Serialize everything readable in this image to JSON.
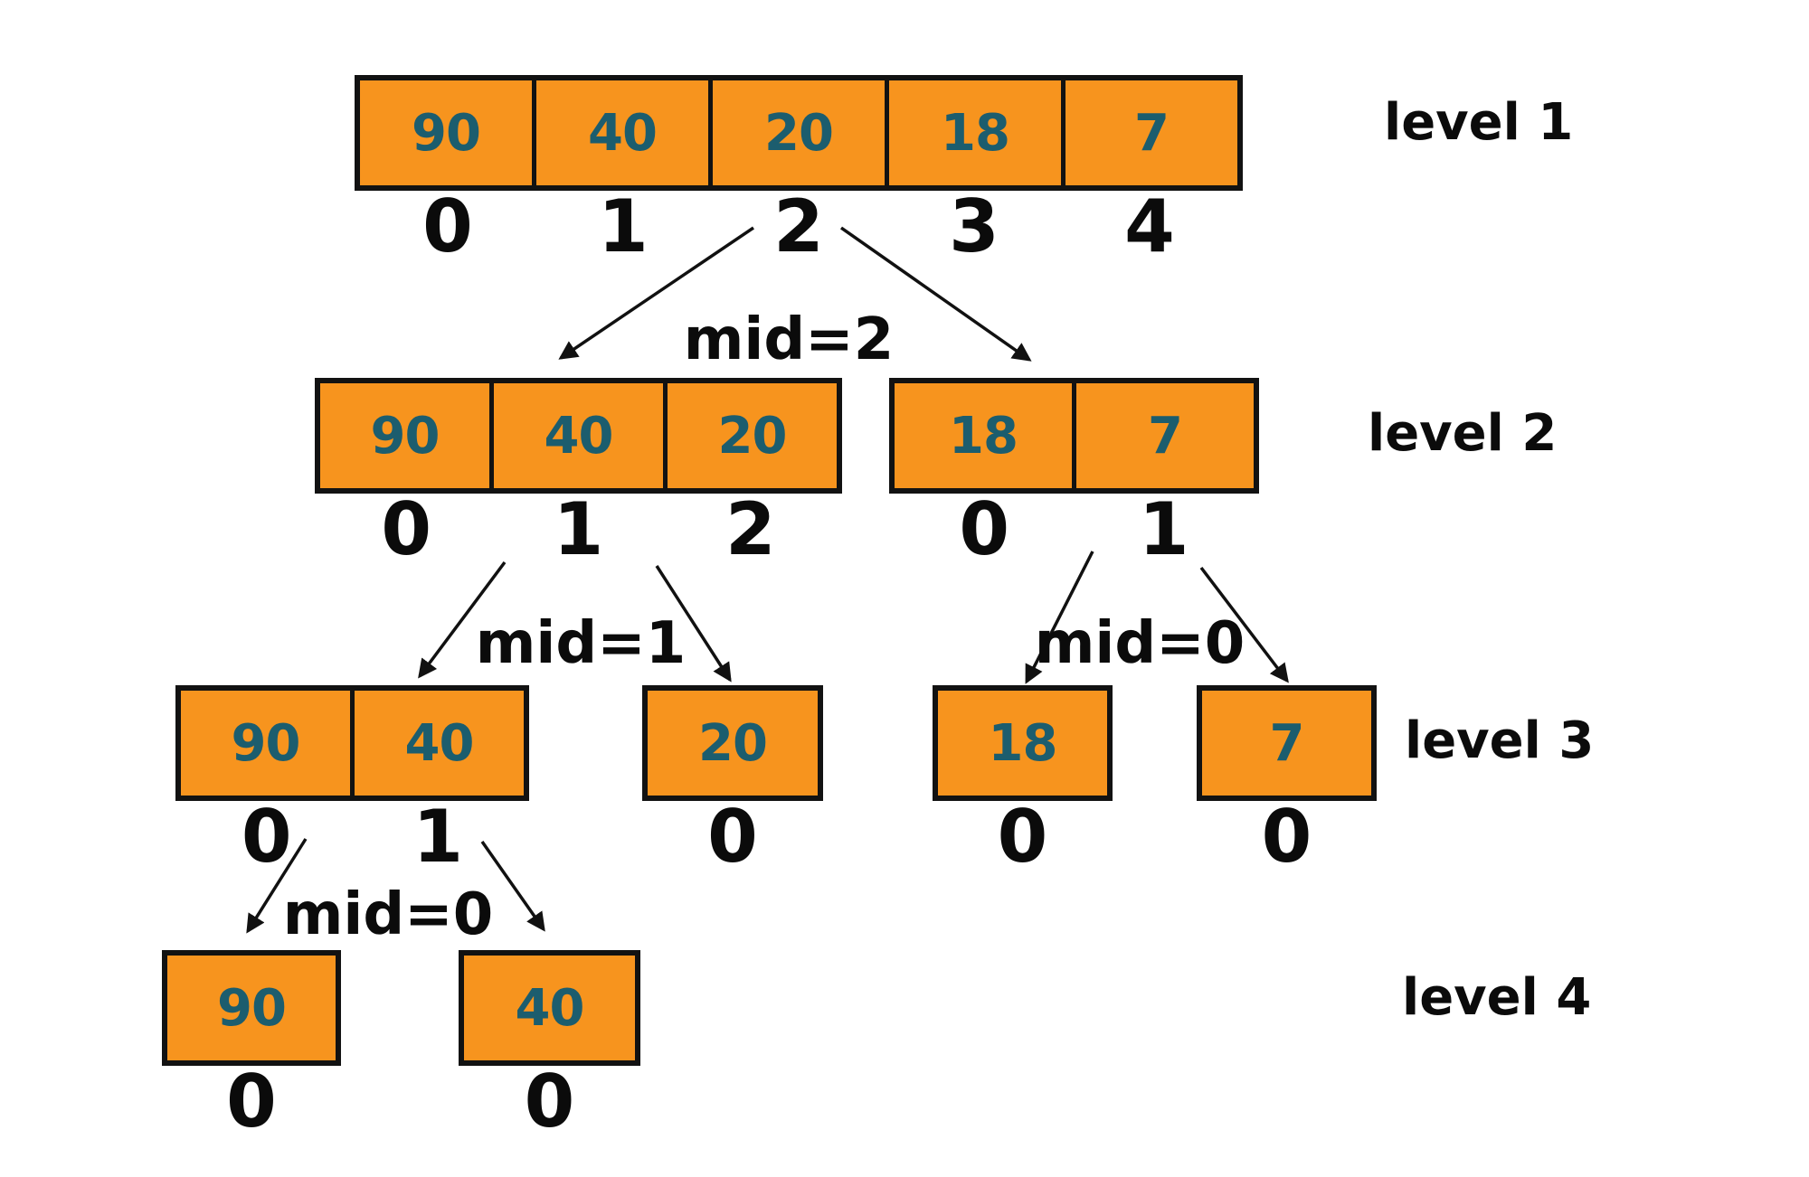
{
  "levels": [
    {
      "label": "level 1",
      "groups": [
        {
          "cells": [
            {
              "value": "90",
              "index": "0"
            },
            {
              "value": "40",
              "index": "1"
            },
            {
              "value": "20",
              "index": "2"
            },
            {
              "value": "18",
              "index": "3"
            },
            {
              "value": "7",
              "index": "4"
            }
          ]
        }
      ]
    },
    {
      "label": "level 2",
      "groups": [
        {
          "cells": [
            {
              "value": "90",
              "index": "0"
            },
            {
              "value": "40",
              "index": "1"
            },
            {
              "value": "20",
              "index": "2"
            }
          ]
        },
        {
          "cells": [
            {
              "value": "18",
              "index": "0"
            },
            {
              "value": "7",
              "index": "1"
            }
          ]
        }
      ]
    },
    {
      "label": "level 3",
      "groups": [
        {
          "cells": [
            {
              "value": "90",
              "index": "0"
            },
            {
              "value": "40",
              "index": "1"
            }
          ]
        },
        {
          "cells": [
            {
              "value": "20",
              "index": "0"
            }
          ]
        },
        {
          "cells": [
            {
              "value": "18",
              "index": "0"
            }
          ]
        },
        {
          "cells": [
            {
              "value": "7",
              "index": "0"
            }
          ]
        }
      ]
    },
    {
      "label": "level 4",
      "groups": [
        {
          "cells": [
            {
              "value": "90",
              "index": "0"
            }
          ]
        },
        {
          "cells": [
            {
              "value": "40",
              "index": "0"
            }
          ]
        }
      ]
    }
  ],
  "mid_labels": {
    "level1_split": "mid=2",
    "level2_left_split": "mid=1",
    "level2_right_split": "mid=0",
    "level3_split": "mid=0"
  },
  "colors": {
    "cell_fill": "#F7941E",
    "cell_border": "#121212",
    "cell_value_text": "#1C5D6E",
    "label_text": "#0B0B0B",
    "arrow": "#111111",
    "background": "#FFFFFF"
  }
}
